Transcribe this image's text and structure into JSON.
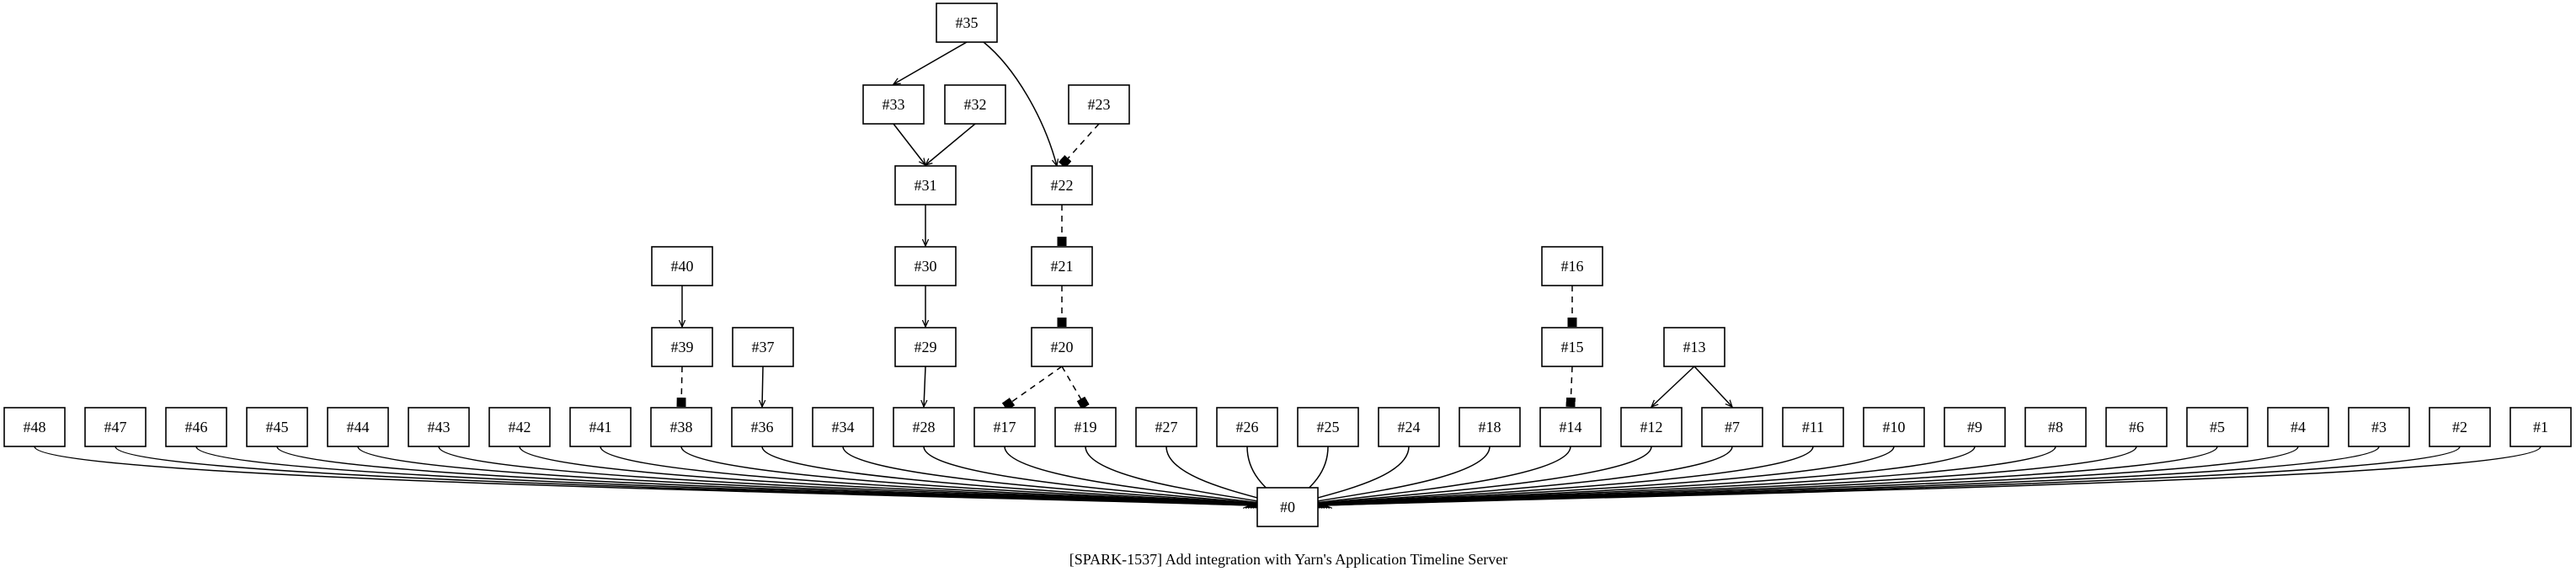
{
  "caption": "[SPARK-1537] Add integration with Yarn's Application Timeline Server",
  "nodes": {
    "n48": "#48",
    "n47": "#47",
    "n46": "#46",
    "n45": "#45",
    "n44": "#44",
    "n43": "#43",
    "n42": "#42",
    "n41": "#41",
    "n38": "#38",
    "n36": "#36",
    "n34": "#34",
    "n28": "#28",
    "n17": "#17",
    "n19": "#19",
    "n27": "#27",
    "n26": "#26",
    "n25": "#25",
    "n24": "#24",
    "n18": "#18",
    "n14": "#14",
    "n12": "#12",
    "n7": "#7",
    "n11": "#11",
    "n10": "#10",
    "n9": "#9",
    "n8": "#8",
    "n6": "#6",
    "n5": "#5",
    "n4": "#4",
    "n3": "#3",
    "n2": "#2",
    "n1": "#1",
    "n0": "#0",
    "n35": "#35",
    "n33": "#33",
    "n32": "#32",
    "n23": "#23",
    "n31": "#31",
    "n22": "#22",
    "n30": "#30",
    "n21": "#21",
    "n40": "#40",
    "n16": "#16",
    "n39": "#39",
    "n37": "#37",
    "n29": "#29",
    "n20": "#20",
    "n15": "#15",
    "n13": "#13"
  },
  "edges": [
    {
      "from": "n48",
      "to": "n0",
      "style": "solid",
      "head": "arrow"
    },
    {
      "from": "n47",
      "to": "n0",
      "style": "solid",
      "head": "arrow"
    },
    {
      "from": "n46",
      "to": "n0",
      "style": "solid",
      "head": "arrow"
    },
    {
      "from": "n45",
      "to": "n0",
      "style": "solid",
      "head": "arrow"
    },
    {
      "from": "n44",
      "to": "n0",
      "style": "solid",
      "head": "arrow"
    },
    {
      "from": "n43",
      "to": "n0",
      "style": "solid",
      "head": "arrow"
    },
    {
      "from": "n42",
      "to": "n0",
      "style": "solid",
      "head": "arrow"
    },
    {
      "from": "n41",
      "to": "n0",
      "style": "solid",
      "head": "arrow"
    },
    {
      "from": "n38",
      "to": "n0",
      "style": "solid",
      "head": "arrow"
    },
    {
      "from": "n36",
      "to": "n0",
      "style": "solid",
      "head": "arrow"
    },
    {
      "from": "n34",
      "to": "n0",
      "style": "solid",
      "head": "arrow"
    },
    {
      "from": "n28",
      "to": "n0",
      "style": "solid",
      "head": "arrow"
    },
    {
      "from": "n17",
      "to": "n0",
      "style": "solid",
      "head": "arrow"
    },
    {
      "from": "n19",
      "to": "n0",
      "style": "solid",
      "head": "arrow"
    },
    {
      "from": "n27",
      "to": "n0",
      "style": "solid",
      "head": "arrow"
    },
    {
      "from": "n26",
      "to": "n0",
      "style": "solid",
      "head": "arrow"
    },
    {
      "from": "n25",
      "to": "n0",
      "style": "solid",
      "head": "arrow"
    },
    {
      "from": "n24",
      "to": "n0",
      "style": "solid",
      "head": "arrow"
    },
    {
      "from": "n18",
      "to": "n0",
      "style": "solid",
      "head": "arrow"
    },
    {
      "from": "n14",
      "to": "n0",
      "style": "solid",
      "head": "arrow"
    },
    {
      "from": "n12",
      "to": "n0",
      "style": "solid",
      "head": "arrow"
    },
    {
      "from": "n7",
      "to": "n0",
      "style": "solid",
      "head": "arrow"
    },
    {
      "from": "n11",
      "to": "n0",
      "style": "solid",
      "head": "arrow"
    },
    {
      "from": "n10",
      "to": "n0",
      "style": "solid",
      "head": "arrow"
    },
    {
      "from": "n9",
      "to": "n0",
      "style": "solid",
      "head": "arrow"
    },
    {
      "from": "n8",
      "to": "n0",
      "style": "solid",
      "head": "arrow"
    },
    {
      "from": "n6",
      "to": "n0",
      "style": "solid",
      "head": "arrow"
    },
    {
      "from": "n5",
      "to": "n0",
      "style": "solid",
      "head": "arrow"
    },
    {
      "from": "n4",
      "to": "n0",
      "style": "solid",
      "head": "arrow"
    },
    {
      "from": "n3",
      "to": "n0",
      "style": "solid",
      "head": "arrow"
    },
    {
      "from": "n2",
      "to": "n0",
      "style": "solid",
      "head": "arrow"
    },
    {
      "from": "n1",
      "to": "n0",
      "style": "solid",
      "head": "arrow"
    },
    {
      "from": "n35",
      "to": "n33",
      "style": "solid",
      "head": "arrow"
    },
    {
      "from": "n35",
      "to": "n22",
      "style": "solid",
      "head": "arrow"
    },
    {
      "from": "n33",
      "to": "n31",
      "style": "solid",
      "head": "arrow"
    },
    {
      "from": "n32",
      "to": "n31",
      "style": "solid",
      "head": "arrow"
    },
    {
      "from": "n23",
      "to": "n22",
      "style": "dashed",
      "head": "square"
    },
    {
      "from": "n31",
      "to": "n30",
      "style": "solid",
      "head": "arrow"
    },
    {
      "from": "n30",
      "to": "n29",
      "style": "solid",
      "head": "arrow"
    },
    {
      "from": "n29",
      "to": "n28",
      "style": "solid",
      "head": "arrow"
    },
    {
      "from": "n22",
      "to": "n21",
      "style": "dashed",
      "head": "square"
    },
    {
      "from": "n21",
      "to": "n20",
      "style": "dashed",
      "head": "square"
    },
    {
      "from": "n20",
      "to": "n17",
      "style": "dashed",
      "head": "square"
    },
    {
      "from": "n20",
      "to": "n19",
      "style": "dashed",
      "head": "square"
    },
    {
      "from": "n40",
      "to": "n39",
      "style": "solid",
      "head": "arrow"
    },
    {
      "from": "n39",
      "to": "n38",
      "style": "dashed",
      "head": "square"
    },
    {
      "from": "n37",
      "to": "n36",
      "style": "solid",
      "head": "arrow"
    },
    {
      "from": "n16",
      "to": "n15",
      "style": "dashed",
      "head": "square"
    },
    {
      "from": "n15",
      "to": "n14",
      "style": "dashed",
      "head": "square"
    },
    {
      "from": "n13",
      "to": "n12",
      "style": "solid",
      "head": "arrow"
    },
    {
      "from": "n13",
      "to": "n7",
      "style": "solid",
      "head": "arrow"
    }
  ]
}
